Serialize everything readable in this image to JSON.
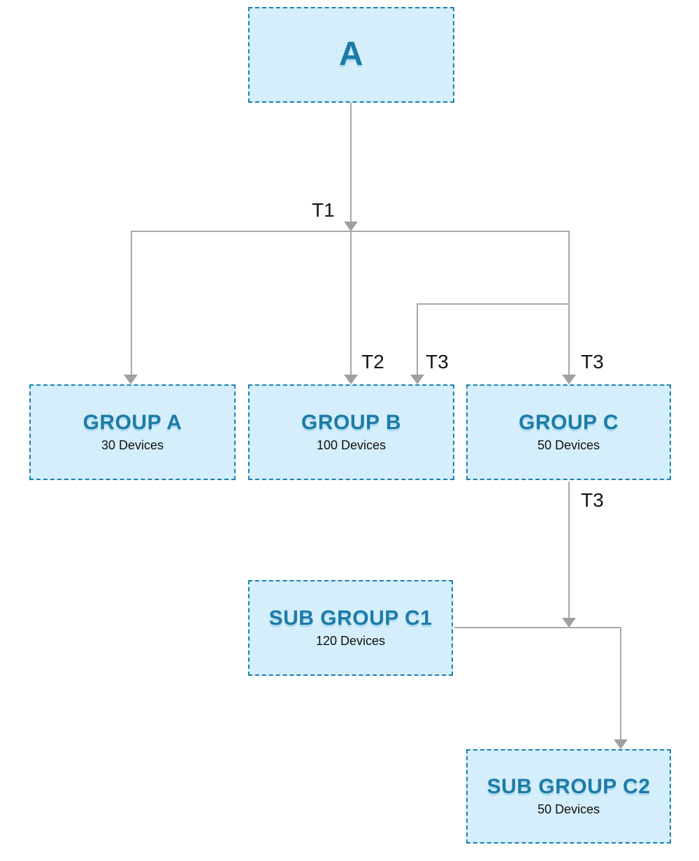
{
  "diagram": {
    "title_hint": "device group hierarchy",
    "colors": {
      "node_fill": "#d4eefb",
      "node_border": "#1c80ad",
      "node_title_text": "#1d7ba7",
      "subtitle_text": "#111111",
      "connector": "#a8a8a8",
      "edge_label_text": "#141414"
    },
    "nodes": [
      {
        "id": "a",
        "title": "A",
        "subtitle": ""
      },
      {
        "id": "group-a",
        "title": "GROUP A",
        "subtitle": "30 Devices"
      },
      {
        "id": "group-b",
        "title": "GROUP B",
        "subtitle": "100 Devices"
      },
      {
        "id": "group-c",
        "title": "GROUP C",
        "subtitle": "50 Devices"
      },
      {
        "id": "sub-group-c1",
        "title": "SUB GROUP C1",
        "subtitle": "120 Devices"
      },
      {
        "id": "sub-group-c2",
        "title": "SUB GROUP C2",
        "subtitle": "50 Devices"
      }
    ],
    "edges": [
      {
        "from": "a",
        "to": "split",
        "label": "T1"
      },
      {
        "from": "split",
        "to": "group-a",
        "label": ""
      },
      {
        "from": "split",
        "to": "group-b",
        "label": "T2"
      },
      {
        "from": "split",
        "to": "group-b",
        "label": "T3"
      },
      {
        "from": "split",
        "to": "group-c",
        "label": "T3"
      },
      {
        "from": "group-c",
        "to": "sub-group-c2",
        "label": "T3"
      },
      {
        "from": "sub-group-c1",
        "to": "sub-group-c2",
        "label": ""
      }
    ]
  }
}
